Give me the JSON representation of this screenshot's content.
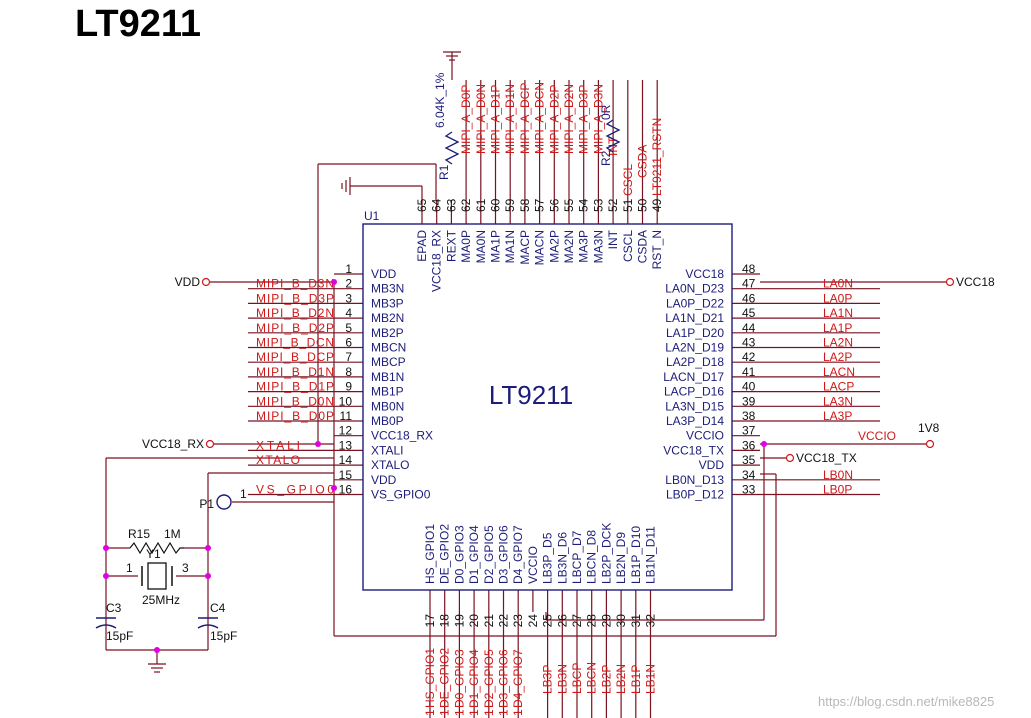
{
  "title": "LT9211",
  "chip": {
    "ref": "U1",
    "name": "LT9211",
    "left": [
      {
        "num": "1",
        "pin": "VDD",
        "net": "VDD",
        "net_type": "port"
      },
      {
        "num": "2",
        "pin": "MB3N",
        "net": "MIPI_B_D3N",
        "net_type": "label"
      },
      {
        "num": "3",
        "pin": "MB3P",
        "net": "MIPI_B_D3P",
        "net_type": "label"
      },
      {
        "num": "4",
        "pin": "MB2N",
        "net": "MIPI_B_D2N",
        "net_type": "label"
      },
      {
        "num": "5",
        "pin": "MB2P",
        "net": "MIPI_B_D2P",
        "net_type": "label"
      },
      {
        "num": "6",
        "pin": "MBCN",
        "net": "MIPI_B_DCN",
        "net_type": "label"
      },
      {
        "num": "7",
        "pin": "MBCP",
        "net": "MIPI_B_DCP",
        "net_type": "label"
      },
      {
        "num": "8",
        "pin": "MB1N",
        "net": "MIPI_B_D1N",
        "net_type": "label"
      },
      {
        "num": "9",
        "pin": "MB1P",
        "net": "MIPI_B_D1P",
        "net_type": "label"
      },
      {
        "num": "10",
        "pin": "MB0N",
        "net": "MIPI_B_D0N",
        "net_type": "label"
      },
      {
        "num": "11",
        "pin": "MB0P",
        "net": "MIPI_B_D0P",
        "net_type": "label"
      },
      {
        "num": "12",
        "pin": "VCC18_RX",
        "net": "VCC18_RX",
        "net_type": "port"
      },
      {
        "num": "13",
        "pin": "XTALI",
        "net": "XTALI",
        "net_type": "label"
      },
      {
        "num": "14",
        "pin": "XTALO",
        "net": "XTALO",
        "net_type": "label"
      },
      {
        "num": "15",
        "pin": "VDD",
        "net": "",
        "net_type": "none"
      },
      {
        "num": "16",
        "pin": "VS_GPIO0",
        "net": "VS_GPIO0",
        "net_type": "label"
      }
    ],
    "right": [
      {
        "num": "48",
        "pin": "VCC18",
        "net": "VCC18",
        "net_type": "port"
      },
      {
        "num": "47",
        "pin": "LA0N_D23",
        "net": "LA0N",
        "net_type": "label"
      },
      {
        "num": "46",
        "pin": "LA0P_D22",
        "net": "LA0P",
        "net_type": "label"
      },
      {
        "num": "45",
        "pin": "LA1N_D21",
        "net": "LA1N",
        "net_type": "label"
      },
      {
        "num": "44",
        "pin": "LA1P_D20",
        "net": "LA1P",
        "net_type": "label"
      },
      {
        "num": "43",
        "pin": "LA2N_D19",
        "net": "LA2N",
        "net_type": "label"
      },
      {
        "num": "42",
        "pin": "LA2P_D18",
        "net": "LA2P",
        "net_type": "label"
      },
      {
        "num": "41",
        "pin": "LACN_D17",
        "net": "LACN",
        "net_type": "label"
      },
      {
        "num": "40",
        "pin": "LACP_D16",
        "net": "LACP",
        "net_type": "label"
      },
      {
        "num": "39",
        "pin": "LA3N_D15",
        "net": "LA3N",
        "net_type": "label"
      },
      {
        "num": "38",
        "pin": "LA3P_D14",
        "net": "LA3P",
        "net_type": "label"
      },
      {
        "num": "37",
        "pin": "VCCIO",
        "net": "VCCIO",
        "net_type": "label"
      },
      {
        "num": "36",
        "pin": "VCC18_TX",
        "net": "VCC18_TX",
        "net_type": "port"
      },
      {
        "num": "35",
        "pin": "VDD",
        "net": "",
        "net_type": "none"
      },
      {
        "num": "34",
        "pin": "LB0N_D13",
        "net": "LB0N",
        "net_type": "label"
      },
      {
        "num": "33",
        "pin": "LB0P_D12",
        "net": "LB0P",
        "net_type": "label"
      }
    ],
    "top": [
      {
        "num": "65",
        "pin": "EPAD",
        "net": ""
      },
      {
        "num": "64",
        "pin": "VCC18_RX",
        "net": ""
      },
      {
        "num": "63",
        "pin": "REXT",
        "net": ""
      },
      {
        "num": "62",
        "pin": "MA0P",
        "net": "MIPI_A_D0P"
      },
      {
        "num": "61",
        "pin": "MA0N",
        "net": "MIPI_A_D0N"
      },
      {
        "num": "60",
        "pin": "MA1P",
        "net": "MIPI_A_D1P"
      },
      {
        "num": "59",
        "pin": "MA1N",
        "net": "MIPI_A_D1N"
      },
      {
        "num": "58",
        "pin": "MACP",
        "net": "MIPI_A_DCP"
      },
      {
        "num": "57",
        "pin": "MACN",
        "net": "MIPI_A_DCN"
      },
      {
        "num": "56",
        "pin": "MA2P",
        "net": "MIPI_A_D2P"
      },
      {
        "num": "55",
        "pin": "MA2N",
        "net": "MIPI_A_D2N"
      },
      {
        "num": "54",
        "pin": "MA3P",
        "net": "MIPI_A_D3P"
      },
      {
        "num": "53",
        "pin": "MA3N",
        "net": "MIPI_A_D3N"
      },
      {
        "num": "52",
        "pin": "INT",
        "net": "INT"
      },
      {
        "num": "51",
        "pin": "CSCL",
        "net": "CSCL"
      },
      {
        "num": "50",
        "pin": "CSDA",
        "net": "CSDA"
      },
      {
        "num": "49",
        "pin": "RST_N",
        "net": "LT9211_RSTN"
      }
    ],
    "bottom": [
      {
        "num": "17",
        "pin": "HS_GPIO1",
        "net": "HS_GPIO1",
        "prefix": "1"
      },
      {
        "num": "18",
        "pin": "DE_GPIO2",
        "net": "DE_GPIO2",
        "prefix": "1"
      },
      {
        "num": "19",
        "pin": "D0_GPIO3",
        "net": "D0_GPIO3",
        "prefix": "1"
      },
      {
        "num": "20",
        "pin": "D1_GPIO4",
        "net": "D1_GPIO4",
        "prefix": "1"
      },
      {
        "num": "21",
        "pin": "D2_GPIO5",
        "net": "D2_GPIO5",
        "prefix": "1"
      },
      {
        "num": "22",
        "pin": "D3_GPIO6",
        "net": "D3_GPIO6",
        "prefix": "1"
      },
      {
        "num": "23",
        "pin": "D4_GPIO7",
        "net": "D4_GPIO7",
        "prefix": "1"
      },
      {
        "num": "24",
        "pin": "VCCIO",
        "net": "",
        "prefix": ""
      },
      {
        "num": "25",
        "pin": "LB3P_D5",
        "net": "LB3P",
        "prefix": ""
      },
      {
        "num": "26",
        "pin": "LB3N_D6",
        "net": "LB3N",
        "prefix": ""
      },
      {
        "num": "27",
        "pin": "LBCP_D7",
        "net": "LBCP",
        "prefix": ""
      },
      {
        "num": "28",
        "pin": "LBCN_D8",
        "net": "LBCN",
        "prefix": ""
      },
      {
        "num": "29",
        "pin": "LB2P_DCK",
        "net": "LB2P",
        "prefix": ""
      },
      {
        "num": "30",
        "pin": "LB2N_D9",
        "net": "LB2N",
        "prefix": ""
      },
      {
        "num": "31",
        "pin": "LB1P_D10",
        "net": "LB1P",
        "prefix": ""
      },
      {
        "num": "32",
        "pin": "LB1N_D11",
        "net": "LB1N",
        "prefix": ""
      }
    ]
  },
  "components": {
    "r1": {
      "ref": "R1",
      "value": "6.04K_1%"
    },
    "r2": {
      "ref": "R2",
      "value": "0R"
    },
    "r15": {
      "ref": "R15",
      "value": "1M"
    },
    "y1": {
      "ref": "Y1",
      "value": "25MHz",
      "pin1": "1",
      "pin3": "3"
    },
    "c3": {
      "ref": "C3",
      "value": "15pF"
    },
    "c4": {
      "ref": "C4",
      "value": "15pF"
    },
    "p1": {
      "ref": "P1",
      "pin": "1"
    },
    "rail_1v8": "1V8"
  },
  "watermark": "https://blog.csdn.net/mike8825",
  "colors": {
    "wire": "#7a1220",
    "label": "#d01818",
    "pin": "#1c1c7a",
    "body": "#1c1c7a",
    "junction": "#e000e0"
  }
}
